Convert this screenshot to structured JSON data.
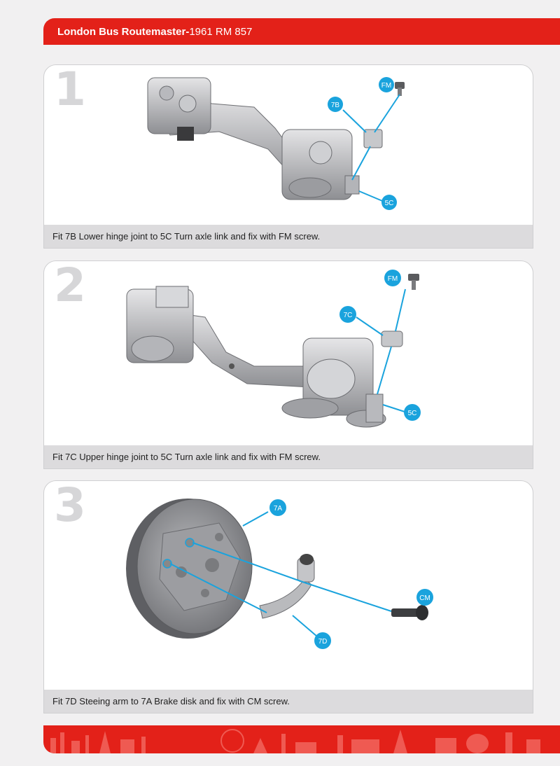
{
  "header": {
    "title_bold": "London Bus Routemaster-",
    "title_rest": "1961 RM 857"
  },
  "steps": [
    {
      "number": "1",
      "caption": "Fit 7B Lower hinge joint to 5C Turn axle link and fix with FM screw.",
      "labels": {
        "fm": "FM",
        "part": "7B",
        "link": "5C"
      }
    },
    {
      "number": "2",
      "caption": "Fit 7C Upper hinge joint to 5C Turn axle link and fix with FM screw.",
      "labels": {
        "fm": "FM",
        "part": "7C",
        "link": "5C"
      }
    },
    {
      "number": "3",
      "caption": "Fit 7D Steeing arm to 7A Brake disk and fix with CM screw.",
      "labels": {
        "disk": "7A",
        "screw": "CM",
        "arm": "7D"
      }
    }
  ],
  "colors": {
    "brand_red": "#e32119",
    "callout_blue": "#1aa3dd"
  }
}
